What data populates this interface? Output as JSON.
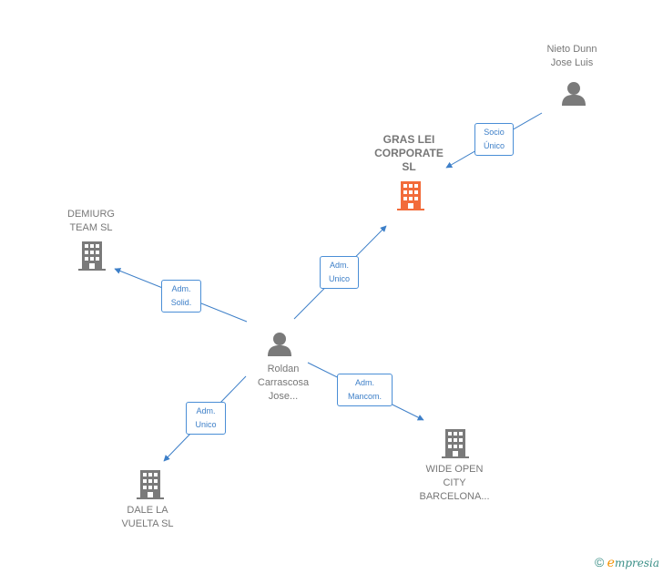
{
  "nodes": {
    "nieto": {
      "label": "Nieto Dunn\nJose Luis",
      "type": "person"
    },
    "gras": {
      "label": "GRAS LEI\nCORPORATE\nSL",
      "type": "company-focus"
    },
    "demiurg": {
      "label": "DEMIURG\nTEAM SL",
      "type": "company"
    },
    "roldan": {
      "label": "Roldan\nCarrascosa\nJose...",
      "type": "person"
    },
    "dale": {
      "label": "DALE LA\nVUELTA SL",
      "type": "company"
    },
    "wide": {
      "label": "WIDE OPEN\nCITY\nBARCELONA...",
      "type": "company"
    }
  },
  "edges": {
    "socio": "Socio\nÚnico",
    "adm_unico_gras": "Adm.\nUnico",
    "adm_solid": "Adm.\nSolid.",
    "adm_unico_dale": "Adm.\nUnico",
    "adm_mancom": "Adm.\nMancom."
  },
  "colors": {
    "edge": "#3d7fc8",
    "company": "#7a7a7a",
    "focus": "#f26b3a",
    "person": "#7a7a7a"
  },
  "footer": {
    "copyright": "©",
    "brand_e": "e",
    "brand_rest": "mpresia"
  }
}
